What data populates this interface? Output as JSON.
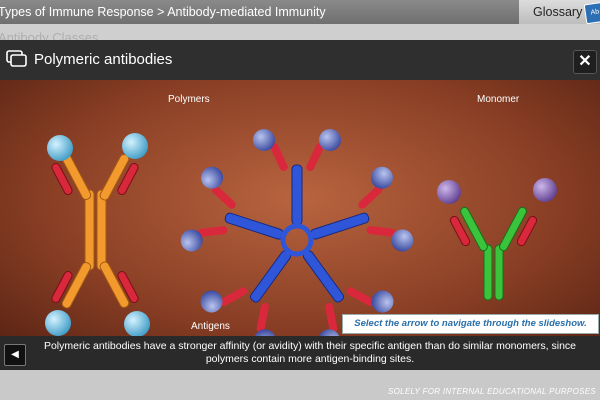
{
  "topbar": {
    "breadcrumb": "Types of Immune Response > Antibody-mediated Immunity",
    "glossary_label": "Glossary",
    "glossary_icon": "book-icon"
  },
  "background": {
    "section_title": "Antibody Classes"
  },
  "modal": {
    "title": "Polymeric antibodies",
    "header_icon": "slideshow-icon",
    "close_label": "✕"
  },
  "illustration": {
    "label_polymers": "Polymers",
    "label_monomer": "Monomer",
    "label_antigens": "Antigens",
    "colors": {
      "heavy_chain_orange": "#f29a2e",
      "heavy_chain_blue": "#2f56d8",
      "heavy_chain_green": "#39c43c",
      "light_chain": "#d9283b",
      "antigen_blue": "#6cc1e2",
      "antigen_purple": "#8a6ab8"
    }
  },
  "hint": "Select the arrow to navigate through the slideshow.",
  "caption": {
    "text": "Polymeric antibodies have a stronger affinity (or avidity) with their specific antigen than do similar monomers, since polymers contain more antigen-binding sites.",
    "prev_label": "◀"
  },
  "footer": {
    "note": "SOLELY FOR INTERNAL EDUCATIONAL PURPOSES"
  }
}
